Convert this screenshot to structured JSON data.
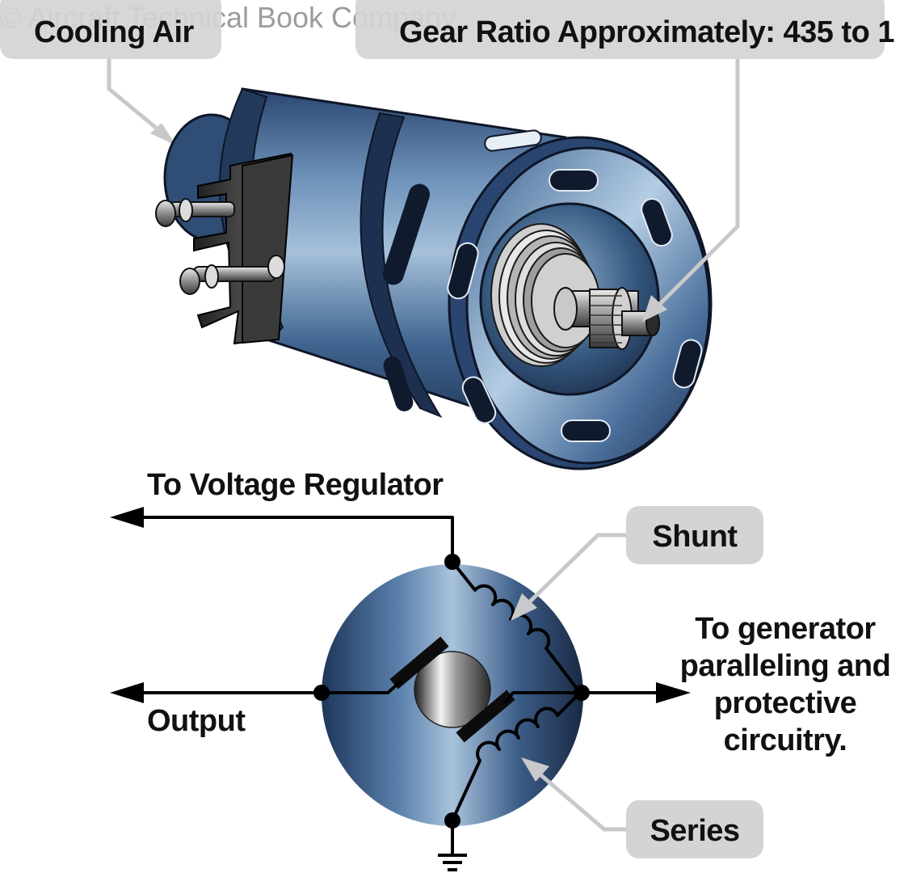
{
  "watermark": "© Aircraft Technical Book Company",
  "labels": {
    "cooling_air": "Cooling Air",
    "gear_ratio": "Gear Ratio Approximately: 435 to 1",
    "to_voltage_regulator": "To Voltage Regulator",
    "shunt": "Shunt",
    "output": "Output",
    "series": "Series",
    "to_generator": [
      "To generator",
      "paralleling and",
      "protective",
      "circuitry."
    ]
  },
  "colors": {
    "callout_bg": "#d4d4d6",
    "callout_line": "#c9c9cb",
    "motor_dark": "#1b2a44",
    "motor_mid": "#3d5f8a",
    "motor_light": "#a9c3dc",
    "wire": "#000000"
  }
}
